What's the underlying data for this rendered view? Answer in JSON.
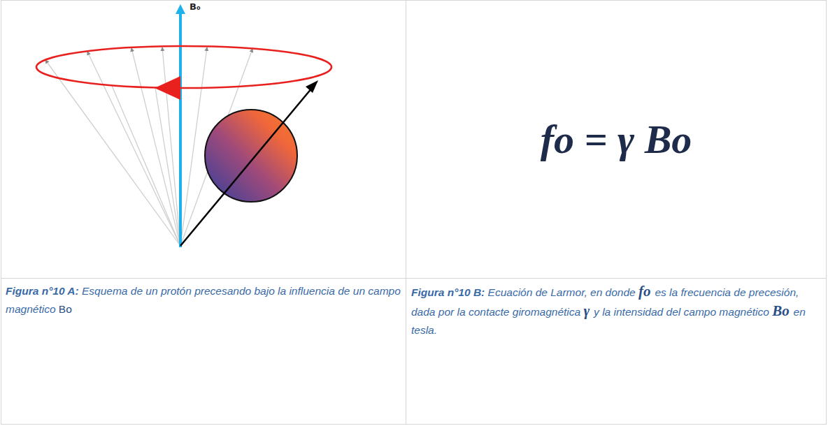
{
  "diagram": {
    "nodes": [
      {
        "text": [
          "fo = γ Bo"
        ]
      },
      {
        "text": [
          "Figura n°10 A:",
          "Esquema de un protón precesando bajo la influencia de un campo magnético",
          "Bo"
        ]
      },
      {
        "text": [
          "Figura n°10 B:",
          "Ecuación de Larmor, en donde",
          "fo",
          "es la frecuencia de precesión, dada por la",
          "contacte giromagnética",
          "γ",
          "y la intensidad del",
          "campo magnético",
          "Bo",
          "en tesla."
        ]
      }
    ],
    "labels": [
      "B₀"
    ]
  }
}
